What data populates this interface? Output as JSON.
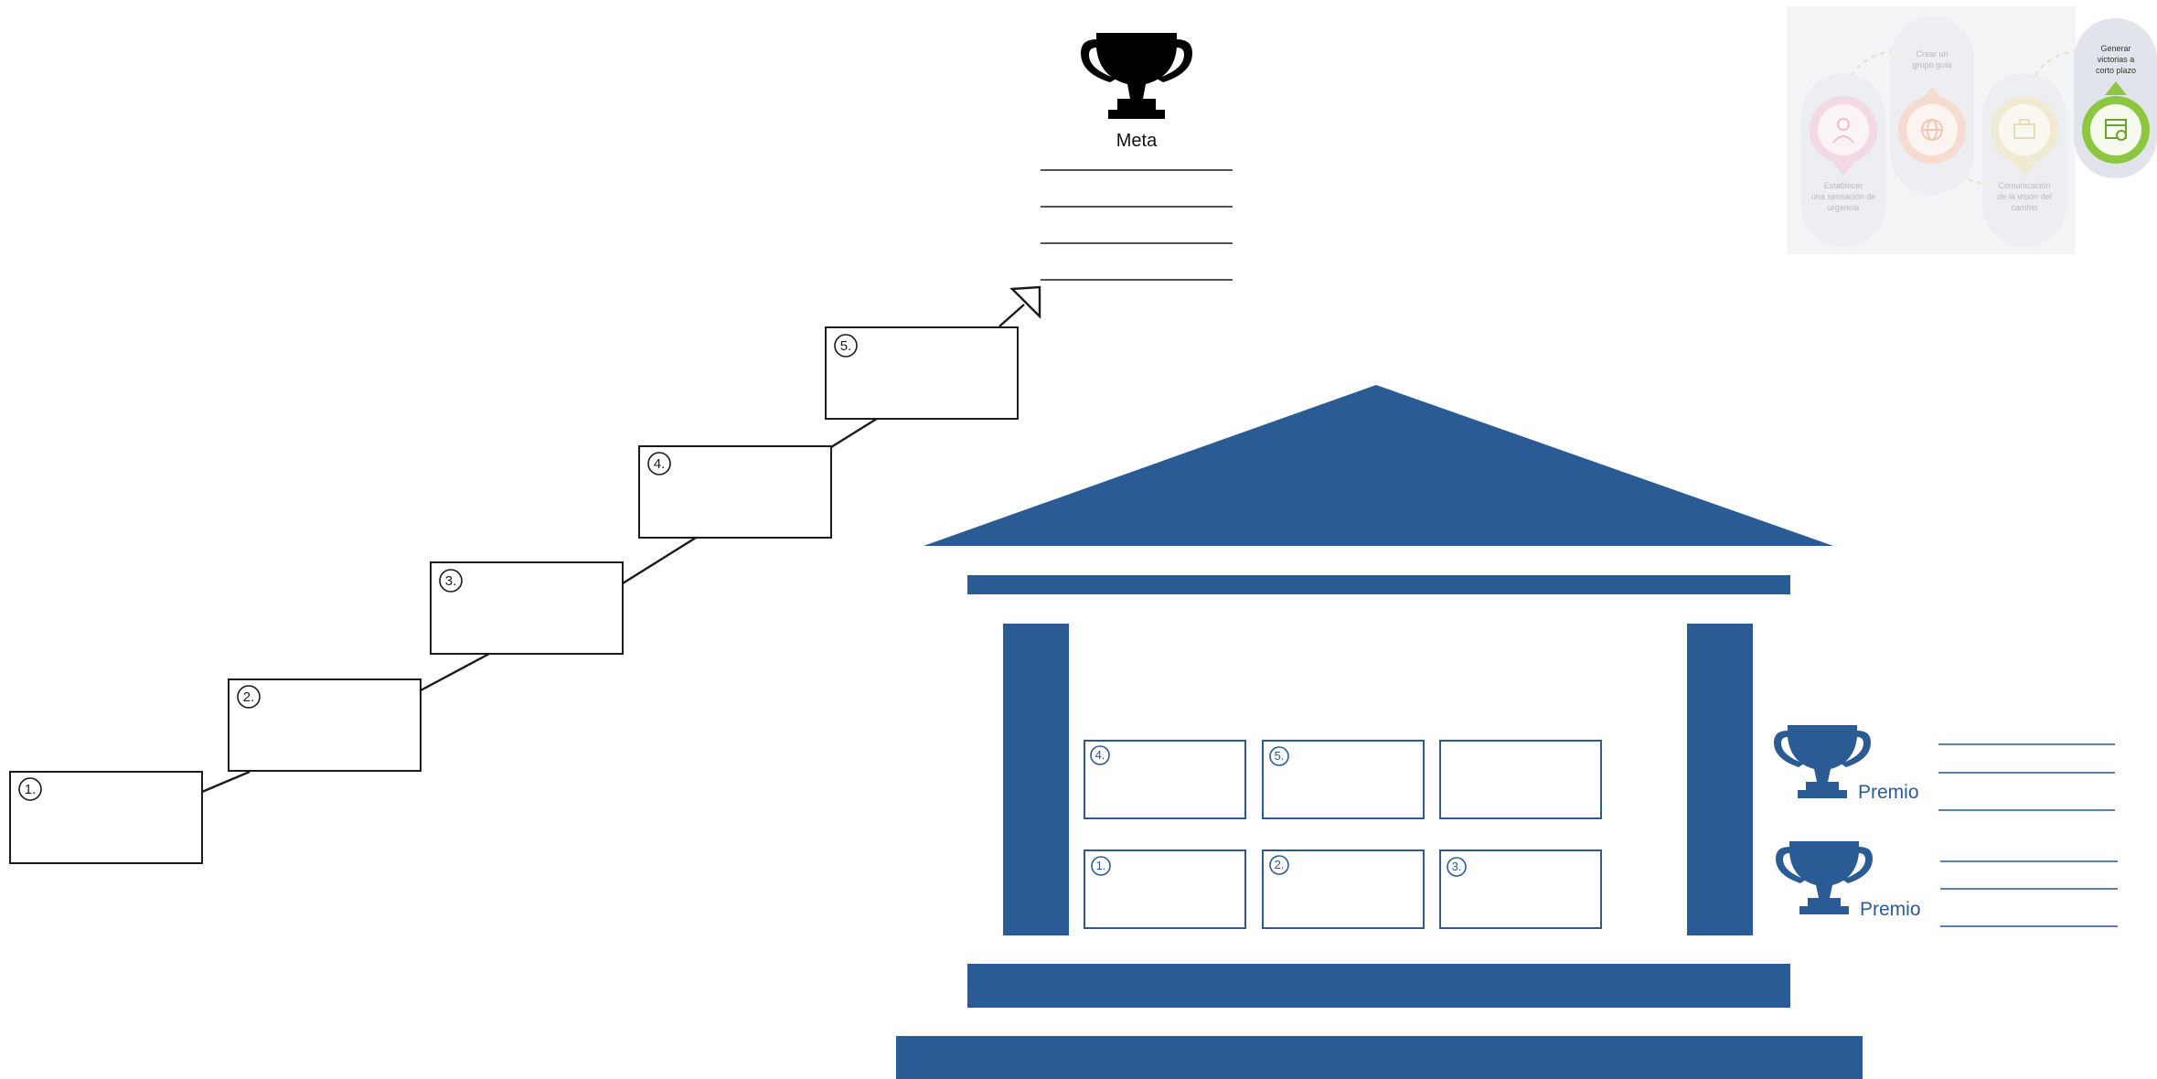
{
  "colors": {
    "temple_blue": "#2b5b94",
    "line_dark": "#1a1a1a",
    "rule_gray": "#555555",
    "rule_blue": "#5b7fae"
  },
  "staircase": {
    "steps": [
      {
        "number": "1."
      },
      {
        "number": "2."
      },
      {
        "number": "3."
      },
      {
        "number": "4."
      },
      {
        "number": "5."
      }
    ],
    "goal": {
      "label": "Meta",
      "icon": "trophy-icon"
    }
  },
  "temple": {
    "boxes_top": [
      {
        "number": "4."
      },
      {
        "number": "5."
      },
      {
        "number": ""
      }
    ],
    "boxes_bottom": [
      {
        "number": "1."
      },
      {
        "number": "2."
      },
      {
        "number": "3."
      }
    ],
    "prizes": [
      {
        "label": "Premio",
        "icon": "trophy-icon"
      },
      {
        "label": "Premio",
        "icon": "trophy-icon"
      }
    ]
  },
  "thumbnail": {
    "items": [
      {
        "label_lines": [
          "Establecer",
          "una sensación de",
          "urgencia"
        ]
      },
      {
        "label_lines": [
          "Crear un",
          "grupo guía"
        ]
      },
      {
        "label_lines": [
          "Comunicación",
          "de la visión del",
          "cambio"
        ]
      },
      {
        "label_lines": [
          "Generar",
          "victorias a",
          "corto plazo"
        ]
      }
    ]
  }
}
